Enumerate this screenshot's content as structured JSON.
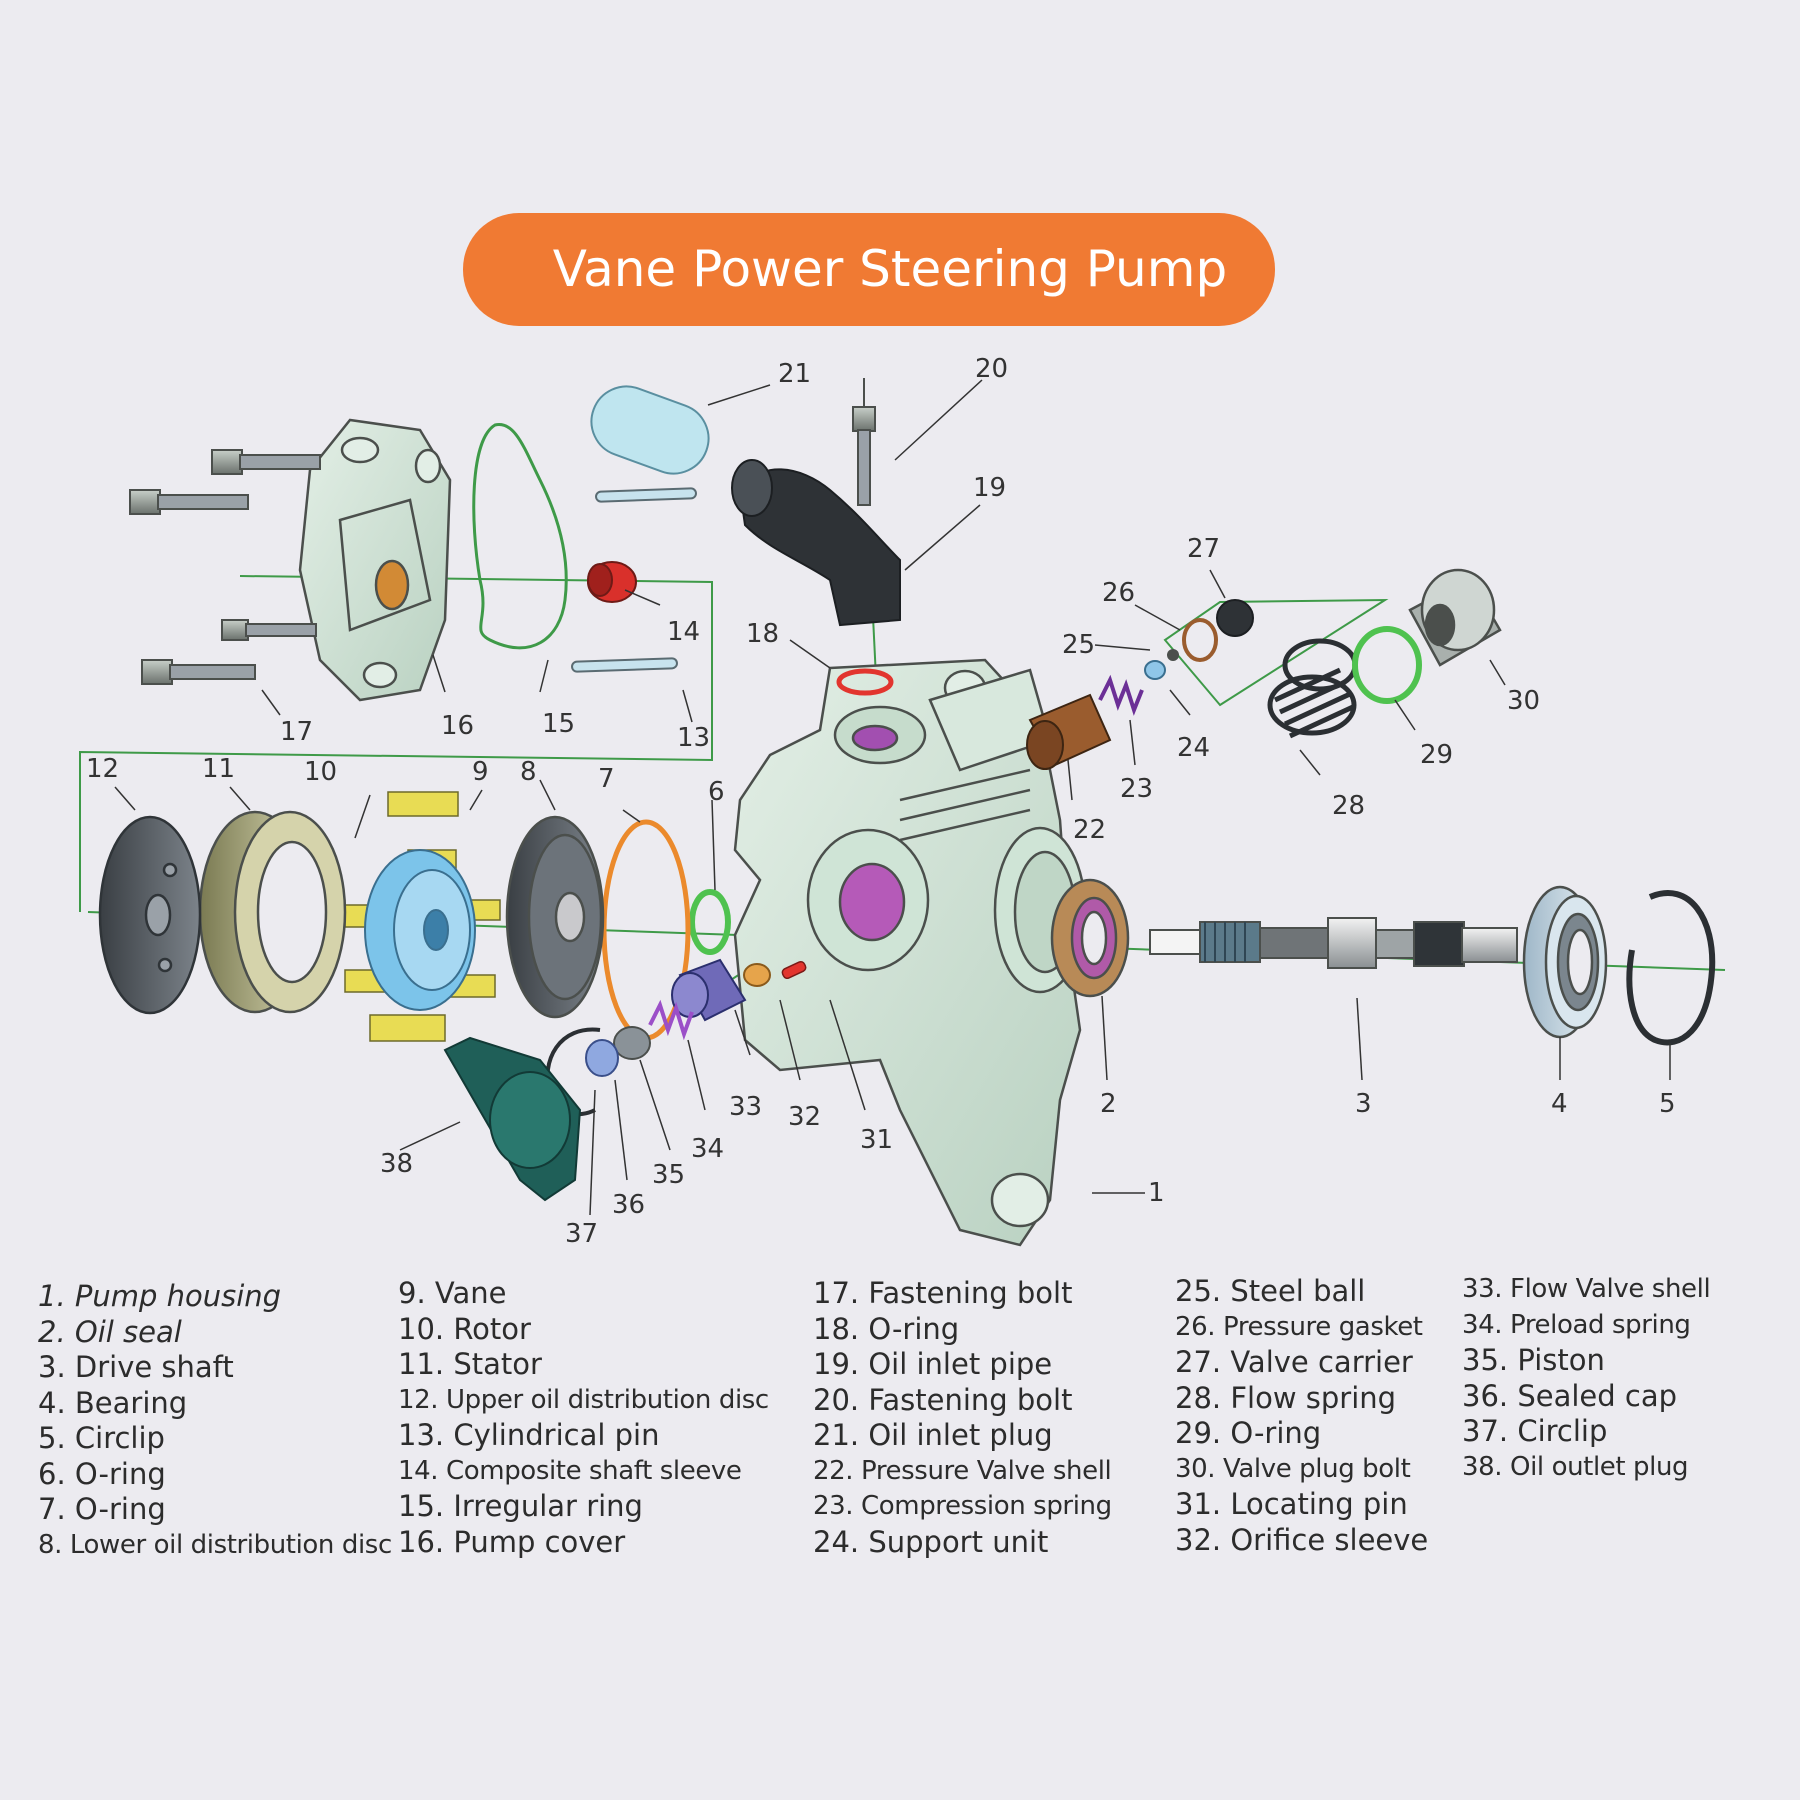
{
  "title": "Vane Power Steering Pump",
  "colors": {
    "banner": "#f07a33",
    "housing": "#cfe4d6",
    "outline": "#4b4f4c",
    "axis_line": "#3e9a48",
    "green_oring": "#4fc24f",
    "orange_oring": "#eb8a2c",
    "red_oring": "#e2352e",
    "purple_spring": "#9b4fc8",
    "copper": "#9a5c2e",
    "yellow_vane": "#e8dc54",
    "blue_rotor": "#7cc4ea",
    "dark_teal_plug": "#1f5f58"
  },
  "callouts": [
    "1",
    "2",
    "3",
    "4",
    "5",
    "6",
    "7",
    "8",
    "9",
    "10",
    "11",
    "12",
    "13",
    "14",
    "15",
    "16",
    "17",
    "18",
    "19",
    "20",
    "21",
    "22",
    "23",
    "24",
    "25",
    "26",
    "27",
    "28",
    "29",
    "30",
    "31",
    "32",
    "33",
    "34",
    "35",
    "36",
    "37",
    "38"
  ],
  "legend": {
    "col1": [
      "1. Pump housing",
      "2. Oil seal",
      "3. Drive shaft",
      "4. Bearing",
      "5. Circlip",
      "6. O-ring",
      "7. O-ring",
      "8. Lower oil distribution disc"
    ],
    "col2": [
      "9. Vane",
      "10. Rotor",
      "11. Stator",
      "12. Upper oil distribution disc",
      "13. Cylindrical pin",
      "14. Composite shaft sleeve",
      "15. Irregular ring",
      "16. Pump cover"
    ],
    "col3": [
      "17. Fastening bolt",
      "18. O-ring",
      "19. Oil inlet pipe",
      "20. Fastening bolt",
      "21. Oil inlet plug",
      "22. Pressure Valve shell",
      "23. Compression spring",
      "24. Support unit"
    ],
    "col4": [
      "25. Steel ball",
      "26. Pressure gasket",
      "27. Valve carrier",
      "28. Flow spring",
      "29. O-ring",
      "30. Valve plug bolt",
      "31. Locating pin",
      "32. Orifice sleeve"
    ],
    "col5": [
      "33. Flow Valve shell",
      "34. Preload spring",
      "35. Piston",
      "36. Sealed cap",
      "37. Circlip",
      "38. Oil outlet plug"
    ]
  }
}
